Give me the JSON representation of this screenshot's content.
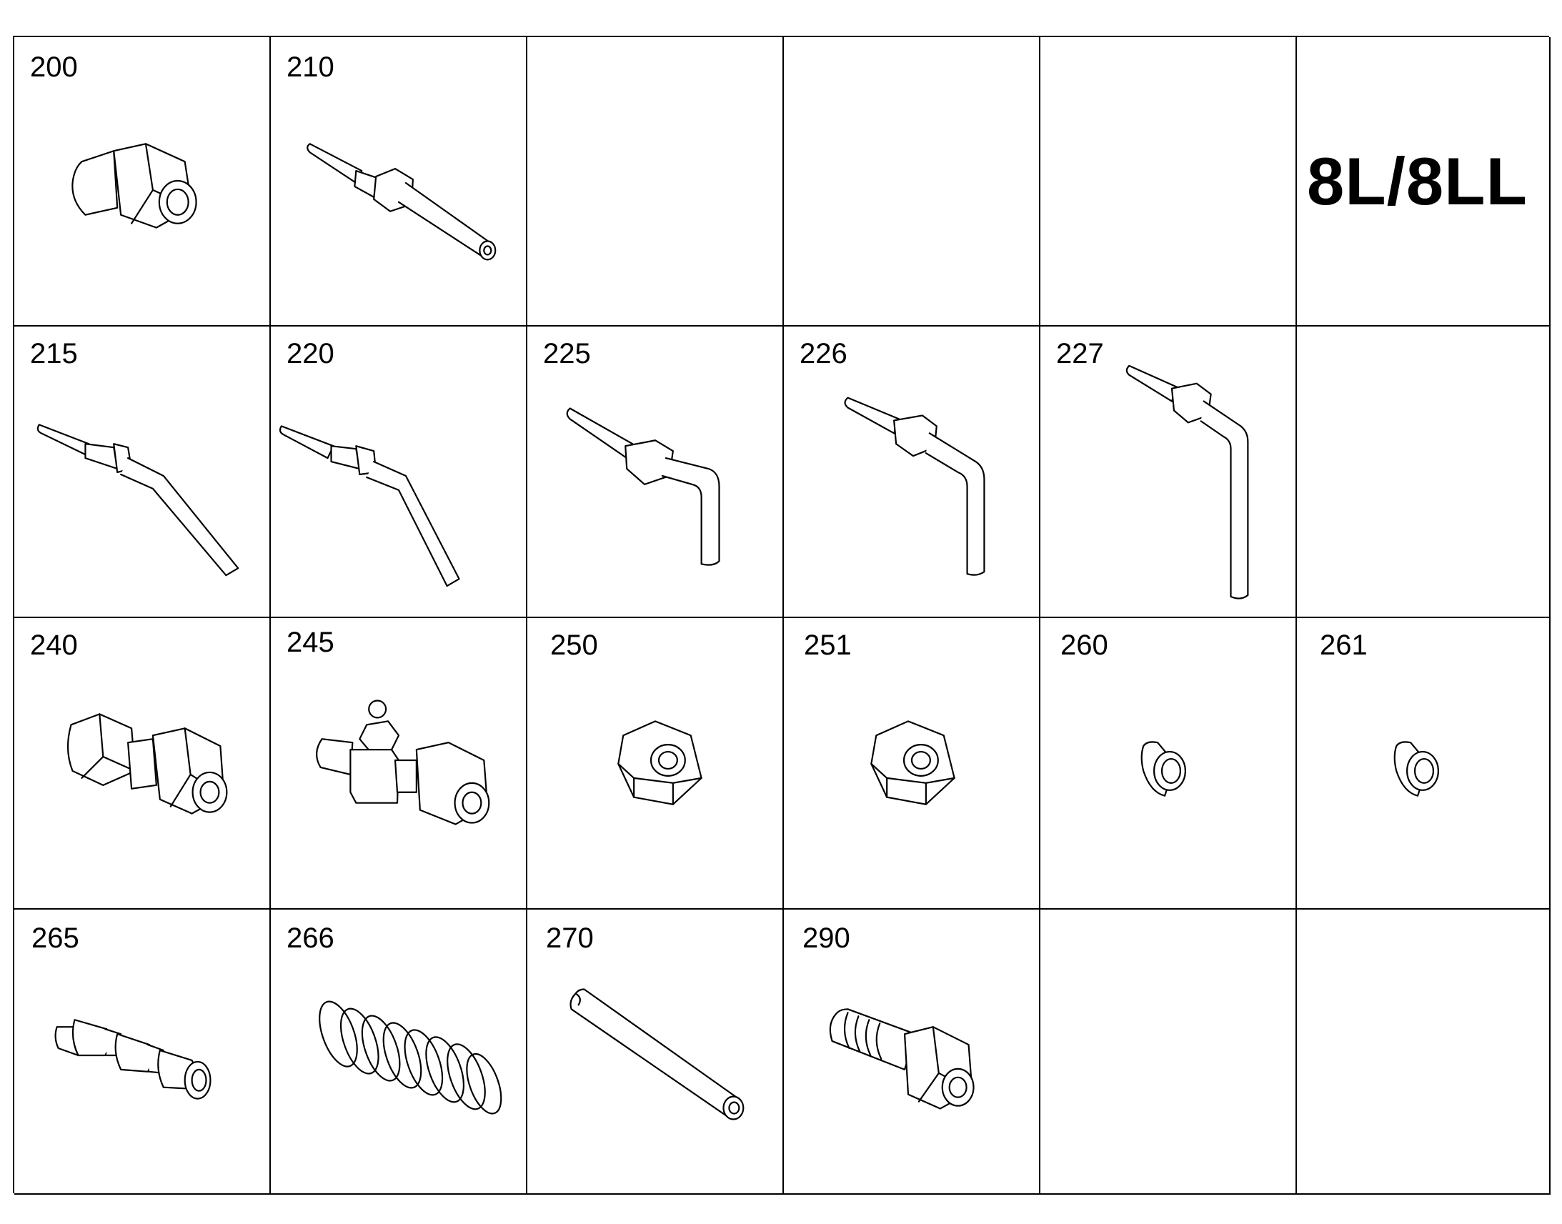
{
  "title": "8L/8LL",
  "parts": [
    {
      "number": "200",
      "icon": "straight-compression-fitting-icon"
    },
    {
      "number": "210",
      "icon": "straight-tube-with-nut-icon"
    },
    {
      "number": "",
      "icon": ""
    },
    {
      "number": "",
      "icon": ""
    },
    {
      "number": "",
      "icon": ""
    },
    {
      "number": "",
      "icon": ""
    },
    {
      "number": "215",
      "icon": "bent-tube-shallow-icon"
    },
    {
      "number": "220",
      "icon": "bent-tube-medium-icon"
    },
    {
      "number": "225",
      "icon": "elbow-tube-short-icon"
    },
    {
      "number": "226",
      "icon": "elbow-tube-medium-icon"
    },
    {
      "number": "227",
      "icon": "elbow-tube-long-icon"
    },
    {
      "number": "",
      "icon": ""
    },
    {
      "number": "240",
      "icon": "union-fitting-icon"
    },
    {
      "number": "245",
      "icon": "grease-tee-fitting-icon"
    },
    {
      "number": "250",
      "icon": "hex-nut-icon"
    },
    {
      "number": "251",
      "icon": "hex-nut-icon"
    },
    {
      "number": "260",
      "icon": "ferrule-icon"
    },
    {
      "number": "261",
      "icon": "ferrule-icon"
    },
    {
      "number": "265",
      "icon": "spiral-spring-guard-icon"
    },
    {
      "number": "266",
      "icon": "coil-spring-icon"
    },
    {
      "number": "270",
      "icon": "tube-section-icon"
    },
    {
      "number": "290",
      "icon": "hose-end-fitting-icon"
    },
    {
      "number": "",
      "icon": ""
    },
    {
      "number": "",
      "icon": ""
    }
  ]
}
